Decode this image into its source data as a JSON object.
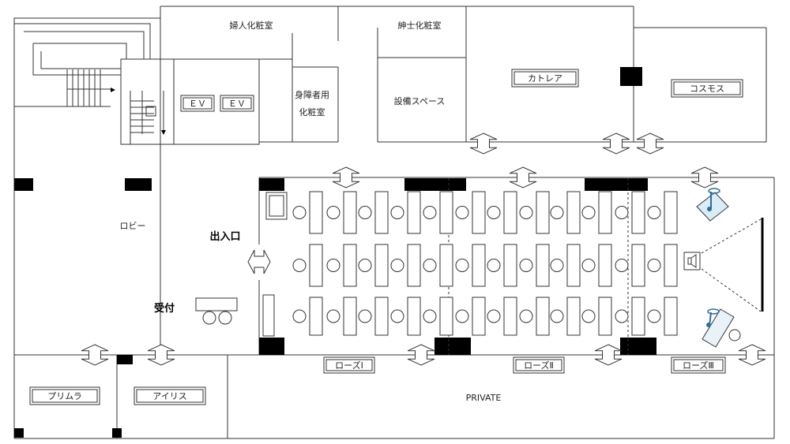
{
  "rooms": {
    "ladies_restroom": "婦人化粧室",
    "mens_restroom": "紳士化粧室",
    "accessible_restroom_line1": "身障者用",
    "accessible_restroom_line2": "化粧室",
    "equipment_space": "設備スペース",
    "elevator_1": "ＥＶ",
    "elevator_2": "ＥＶ",
    "cattleya": "カトレア",
    "cosmos": "コスモス",
    "lobby": "ロビー",
    "entrance": "出入口",
    "reception": "受付",
    "rose_1": "ローズⅠ",
    "rose_2": "ローズⅡ",
    "rose_3": "ローズⅢ",
    "primula": "プリムラ",
    "iris": "アイリス",
    "private": "PRIVATE"
  }
}
